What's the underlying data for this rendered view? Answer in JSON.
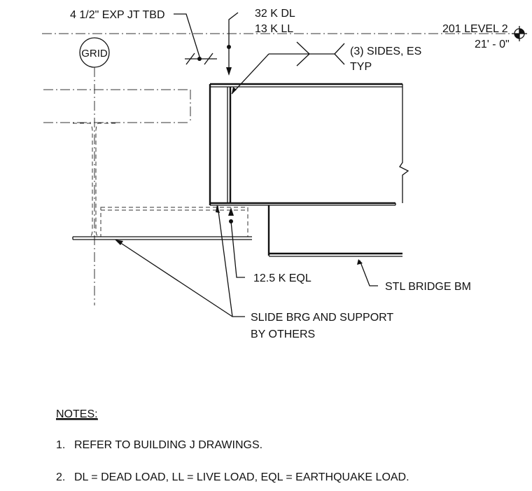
{
  "callouts": {
    "exp_joint": "4 1/2\" EXP JT TBD",
    "dead_load": "32 K DL",
    "live_load": "13 K LL",
    "level_name": "201 LEVEL 2",
    "level_elev": "21' - 0\"",
    "grid": "GRID",
    "weld_line1": "(3) SIDES, ES",
    "weld_line2": "TYP",
    "eql_load": "12.5 K EQL",
    "bridge_beam": "STL BRIDGE BM",
    "bearing_line1": "SLIDE BRG AND SUPPORT",
    "bearing_line2": "BY OTHERS"
  },
  "notes": {
    "heading": "NOTES:",
    "items": [
      {
        "num": "1.",
        "text": "REFER TO BUILDING J DRAWINGS."
      },
      {
        "num": "2.",
        "text": "DL = DEAD LOAD, LL = LIVE LOAD, EQL = EARTHQUAKE LOAD."
      }
    ]
  },
  "icons": {
    "level_marker": "datum-target-icon",
    "weld_symbol": "weld-flag-icon"
  }
}
